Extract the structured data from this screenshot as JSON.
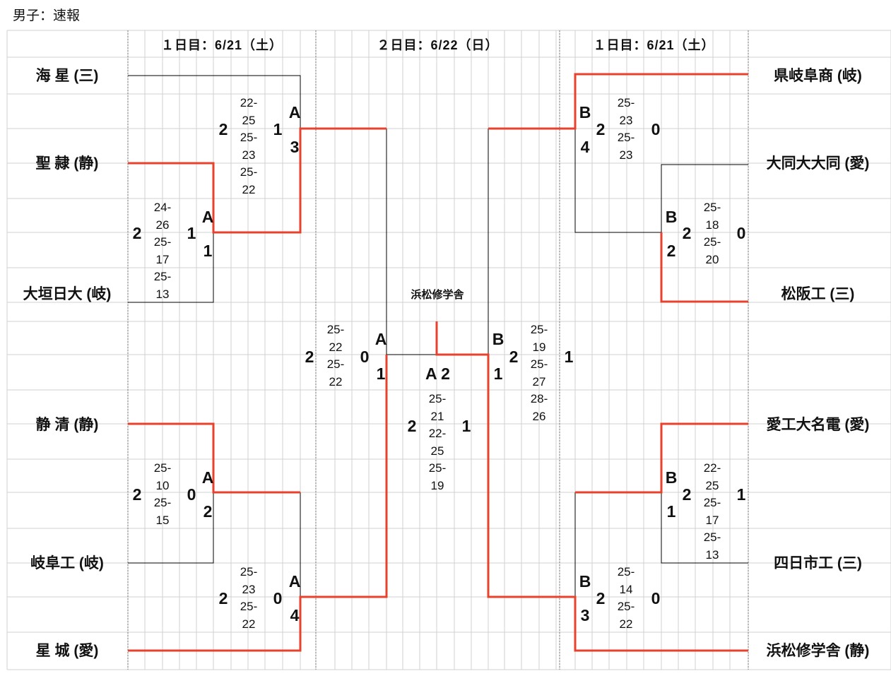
{
  "caption": "男子：速報",
  "days": [
    "１日目：6/21（土）",
    "２日目：6/22（日）",
    "１日目：6/21（土）"
  ],
  "teams": {
    "L1": "海 星 (三)",
    "L2": "聖 隷 (静)",
    "L3": "大垣日大 (岐)",
    "L4": "静 清 (静)",
    "L5": "岐阜工 (岐)",
    "L6": "星 城 (愛)",
    "R1": "県岐阜商 (岐)",
    "R2": "大同大大同 (愛)",
    "R3": "松阪工 (三)",
    "R4": "愛工大名電 (愛)",
    "R5": "四日市工 (三)",
    "R6": "浜松修学舎 (静)"
  },
  "venue": "浜松修学舎",
  "matches": {
    "a1": {
      "left": "2",
      "sets": "24-\n26\n25-\n17\n25-\n13",
      "right": "1",
      "code_letter": "A",
      "code_num": "1"
    },
    "a3": {
      "left": "2",
      "sets": "22-\n25\n25-\n23\n25-\n22",
      "right": "1",
      "code_letter": "A",
      "code_num": "3"
    },
    "a2": {
      "left": "2",
      "sets": "25-\n10\n25-\n15",
      "right": "0",
      "code_letter": "A",
      "code_num": "2"
    },
    "a4": {
      "left": "2",
      "sets": "25-\n23\n25-\n22",
      "right": "0",
      "code_letter": "A",
      "code_num": "4"
    },
    "semiA": {
      "left": "2",
      "sets": "25-\n22\n25-\n22",
      "right": "0",
      "code_letter": "A",
      "code_num": "1"
    },
    "b4": {
      "left": "2",
      "sets": "25-\n23\n25-\n23",
      "right": "0",
      "code_letter": "B",
      "code_num": "4"
    },
    "b2": {
      "left": "2",
      "sets": "25-\n18\n25-\n20",
      "right": "0",
      "code_letter": "B",
      "code_num": "2"
    },
    "b1": {
      "left": "2",
      "sets": "22-\n25\n25-\n17\n25-\n13",
      "right": "1",
      "code_letter": "B",
      "code_num": "1"
    },
    "b3": {
      "left": "2",
      "sets": "25-\n14\n25-\n22",
      "right": "0",
      "code_letter": "B",
      "code_num": "3"
    },
    "semiB": {
      "left": "2",
      "sets": "25-\n19\n25-\n27\n28-\n26",
      "right": "1",
      "code_letter": "B",
      "code_num": "1"
    },
    "final": {
      "code": "A 2",
      "left": "2",
      "sets": "25-\n21\n22-\n25\n25-\n19",
      "right": "1"
    }
  },
  "colors": {
    "winner_line": "#e8412c",
    "loser_line": "#000000",
    "grid": "#cfcfcf"
  }
}
